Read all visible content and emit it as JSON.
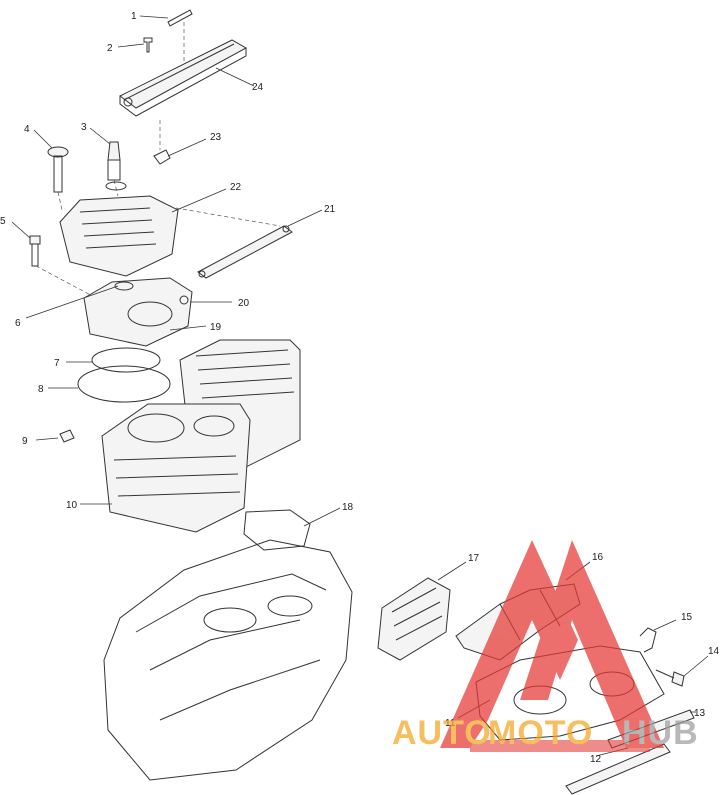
{
  "callouts": [
    "1",
    "2",
    "3",
    "4",
    "5",
    "6",
    "7",
    "8",
    "9",
    "10",
    "11",
    "12",
    "13",
    "14",
    "15",
    "16",
    "17",
    "18",
    "19",
    "20",
    "21",
    "22",
    "23",
    "24"
  ],
  "watermark": {
    "auto": "AUTO",
    "moto": "MOTO",
    "hub": "HUB",
    "color_orange": "#f5a623",
    "color_red": "#e53935",
    "color_gray": "#9e9e9e"
  }
}
